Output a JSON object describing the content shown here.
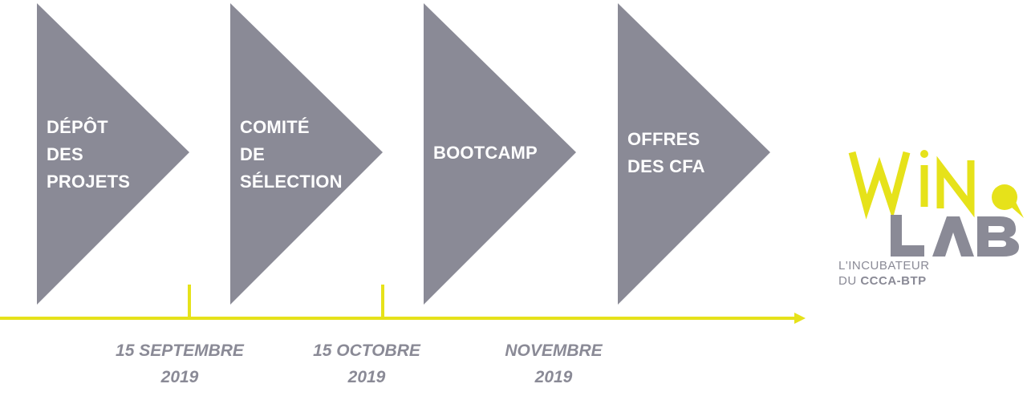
{
  "colors": {
    "arrow_fill": "#8a8a96",
    "timeline": "#e6e21a",
    "date_text": "#8a8a96",
    "logo_yellow": "#e6e21a",
    "logo_grey": "#8a8a96"
  },
  "steps": [
    {
      "label": "DÉPÔT\nDES\nPROJETS"
    },
    {
      "label": "COMITÉ\nDE\nSÉLECTION"
    },
    {
      "label": "BOOTCAMP"
    },
    {
      "label": "OFFRES\nDES CFA"
    }
  ],
  "dates": [
    {
      "label": "15 SEPTEMBRE\n2019"
    },
    {
      "label": "15 OCTOBRE\n2019"
    },
    {
      "label": "NOVEMBRE\n2019"
    }
  ],
  "logo": {
    "wordmark_top": "WIN",
    "wordmark_bottom": "LAB",
    "tagline_line1": "L'INCUBATEUR",
    "tagline_line2_prefix": "DU ",
    "tagline_line2_bold": "CCCA-BTP"
  }
}
